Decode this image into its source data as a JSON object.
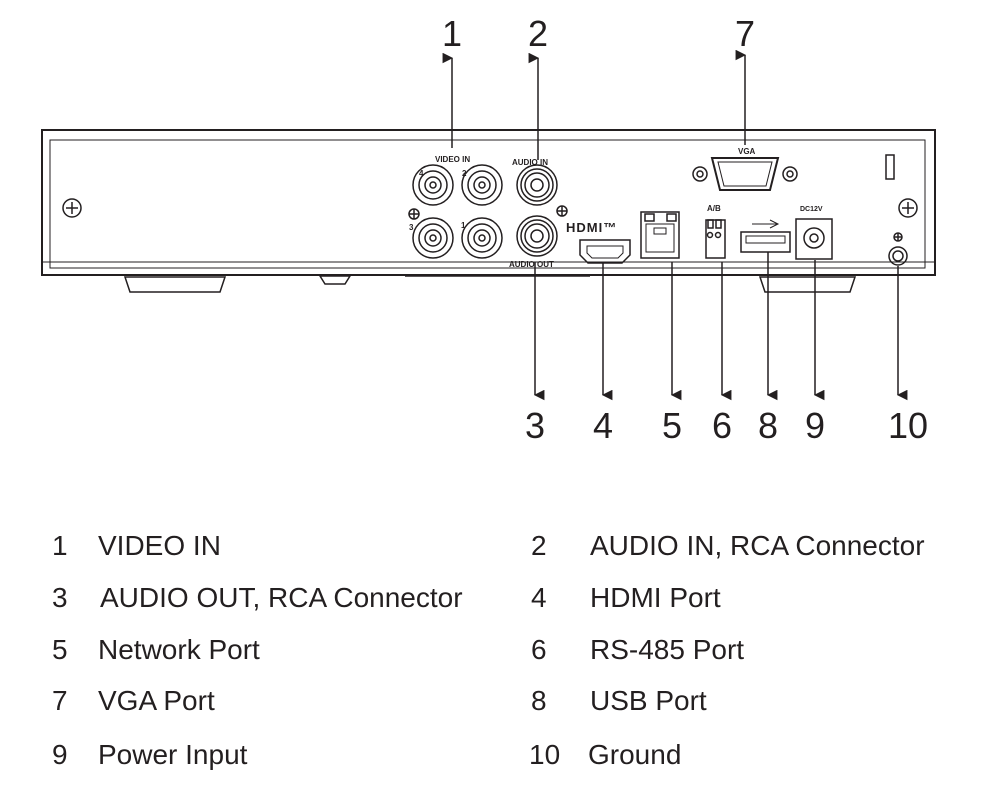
{
  "panel_labels": {
    "video_in": "VIDEO IN",
    "audio_in": "AUDIO IN",
    "audio_out": "AUDIO OUT",
    "vga": "VGA",
    "hdmi": "HDMI™",
    "rs485": "A/B",
    "dc": "DC12V",
    "bnc_numbers": [
      "4",
      "2",
      "3",
      "1"
    ]
  },
  "callouts": {
    "top": [
      "1",
      "2",
      "7"
    ],
    "bottom": [
      "3",
      "4",
      "5",
      "6",
      "8",
      "9",
      "10"
    ]
  },
  "legend": [
    {
      "num": "1",
      "label": "VIDEO IN"
    },
    {
      "num": "2",
      "label": "AUDIO IN, RCA Connector"
    },
    {
      "num": "3",
      "label": "AUDIO OUT, RCA Connector"
    },
    {
      "num": "4",
      "label": "HDMI Port"
    },
    {
      "num": "5",
      "label": "Network Port"
    },
    {
      "num": "6",
      "label": "RS-485 Port"
    },
    {
      "num": "7",
      "label": "VGA Port"
    },
    {
      "num": "8",
      "label": "USB Port"
    },
    {
      "num": "9",
      "label": "Power Input"
    },
    {
      "num": "10",
      "label": "Ground"
    }
  ]
}
